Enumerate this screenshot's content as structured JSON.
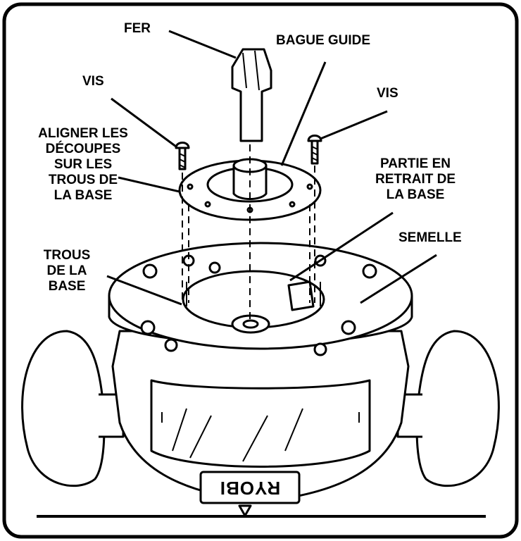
{
  "labels": {
    "fer": "FER",
    "bague_guide": "BAGUE GUIDE",
    "vis_left": "VIS",
    "vis_right": "VIS",
    "aligner": [
      "ALIGNER LES",
      "DÉCOUPES",
      "SUR LES",
      "TROUS DE",
      "LA BASE"
    ],
    "partie": [
      "PARTIE EN",
      "RETRAIT DE",
      "LA BASE"
    ],
    "semelle": "SEMELLE",
    "trous": [
      "TROUS",
      "DE LA",
      "BASE"
    ]
  },
  "brand": "RYOBI",
  "colors": {
    "ink": "#000000",
    "paper": "#ffffff",
    "shade": "#e6e6e6"
  }
}
